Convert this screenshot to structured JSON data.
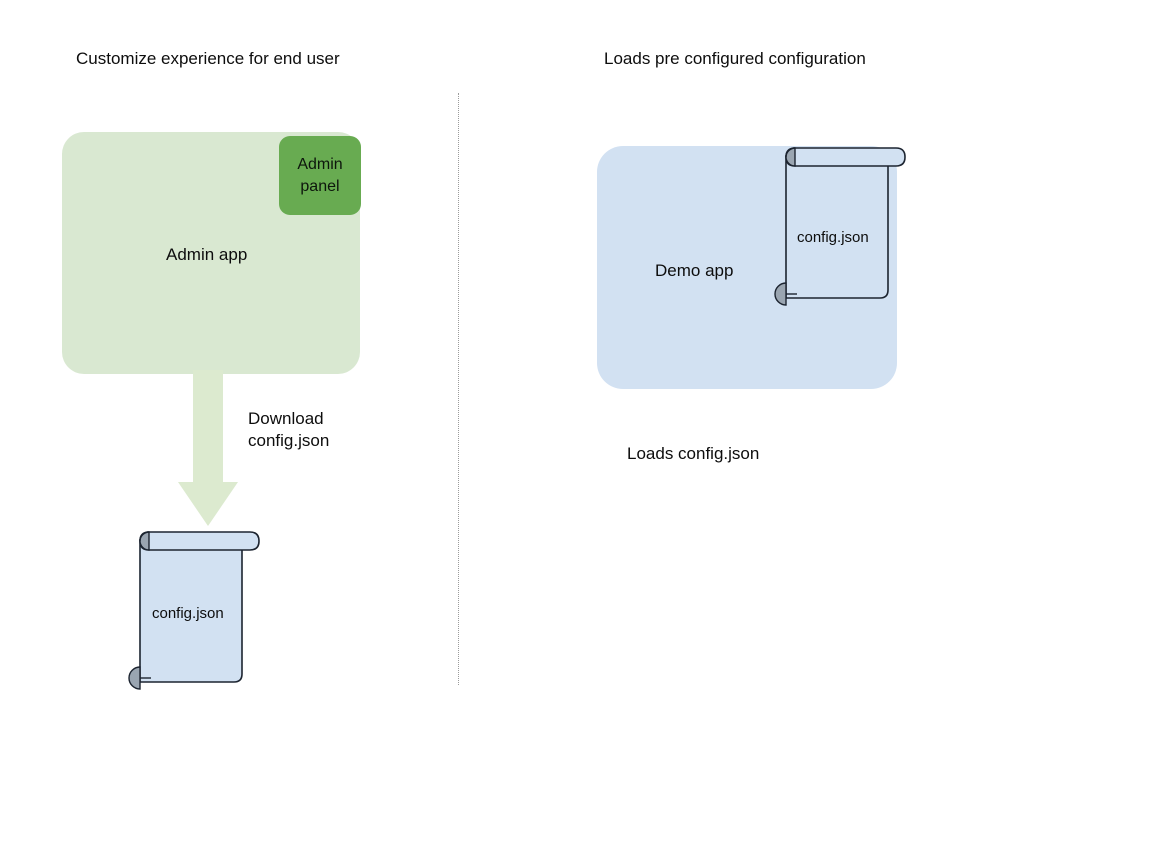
{
  "diagram": {
    "background_color": "#ffffff",
    "columns": [
      {
        "id": "left",
        "title": "Customize experience for end user",
        "app": {
          "name": "Admin app",
          "fill_color": "#d9e8d1",
          "badge": {
            "label": "Admin\npanel",
            "fill_color": "#68ab51"
          }
        },
        "arrow": {
          "label": "Download\nconfig.json",
          "color": "#dceacf",
          "direction": "down"
        },
        "document": {
          "label": "config.json",
          "fill_color": "#d2e1f2",
          "stroke_color": "#1c2430",
          "curl_color": "#9aa5b1"
        }
      },
      {
        "id": "right",
        "title": "Loads pre configured configuration",
        "app": {
          "name": "Demo app",
          "fill_color": "#d2e1f2"
        },
        "document": {
          "label": "config.json",
          "fill_color": "#d2e1f2",
          "stroke_color": "#1c2430",
          "curl_color": "#9aa5b1"
        },
        "caption": "Loads config.json"
      }
    ],
    "divider": {
      "style": "dotted",
      "color": "#9b9b9b"
    }
  }
}
